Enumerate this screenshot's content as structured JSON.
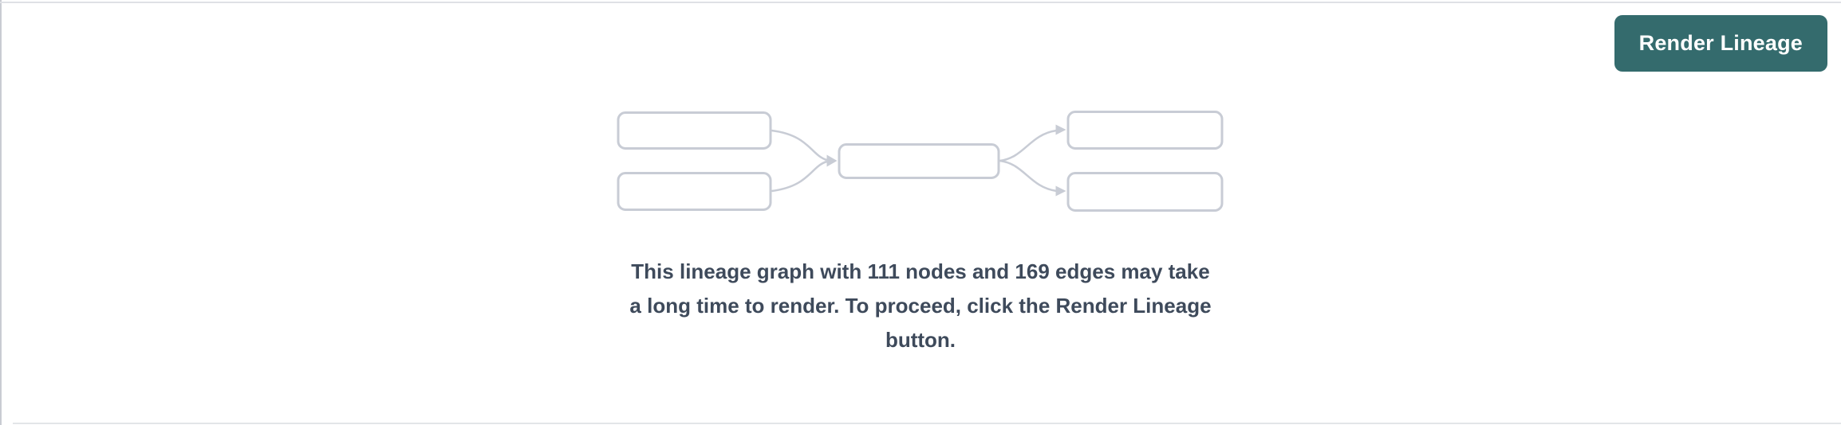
{
  "toolbar": {
    "render_button_label": "Render Lineage"
  },
  "placeholder": {
    "message_lines": [
      "This lineage graph with 111 nodes and 169 edges may take",
      "a long time to render. To proceed, click the Render Lineage",
      "button."
    ],
    "node_count": 111,
    "edge_count": 169
  },
  "colors": {
    "accent_teal": "#346b6d",
    "button_text": "#ffffff",
    "message_text": "#3e4a5b",
    "diagram_stroke": "#c8ccd5",
    "panel_top_border": "#dfe1e5",
    "panel_left_border": "#c9ccd2"
  }
}
